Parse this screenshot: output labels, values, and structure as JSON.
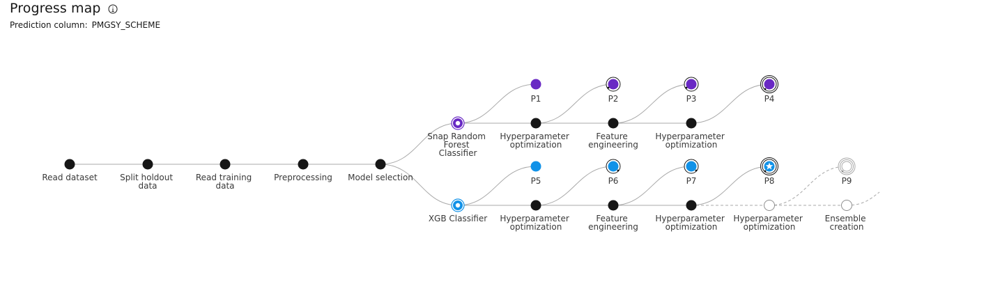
{
  "header": {
    "title": "Progress map",
    "info_icon": "info-circle-icon",
    "prediction_label": "Prediction column:",
    "prediction_value": "PMGSY_SCHEME"
  },
  "colors": {
    "edge": "#a8a8a8",
    "node": "#161616",
    "purple": "#6929c4",
    "blue": "#1192e8",
    "pending": "#8d8d8d"
  },
  "pipeline": {
    "read_dataset": "Read dataset",
    "split_holdout": [
      "Split holdout",
      "data"
    ],
    "read_training": [
      "Read training",
      "data"
    ],
    "preprocessing": "Preprocessing",
    "model_selection": "Model selection",
    "snap_rf": [
      "Snap Random",
      "Forest",
      "Classifier"
    ],
    "xgb": "XGB Classifier",
    "hpo": [
      "Hyperparameter",
      "optimization"
    ],
    "feat_eng": [
      "Feature",
      "engineering"
    ],
    "ensemble": [
      "Ensemble",
      "creation"
    ]
  },
  "pipelines": [
    "P1",
    "P2",
    "P3",
    "P4",
    "P5",
    "P6",
    "P7",
    "P8",
    "P9"
  ]
}
